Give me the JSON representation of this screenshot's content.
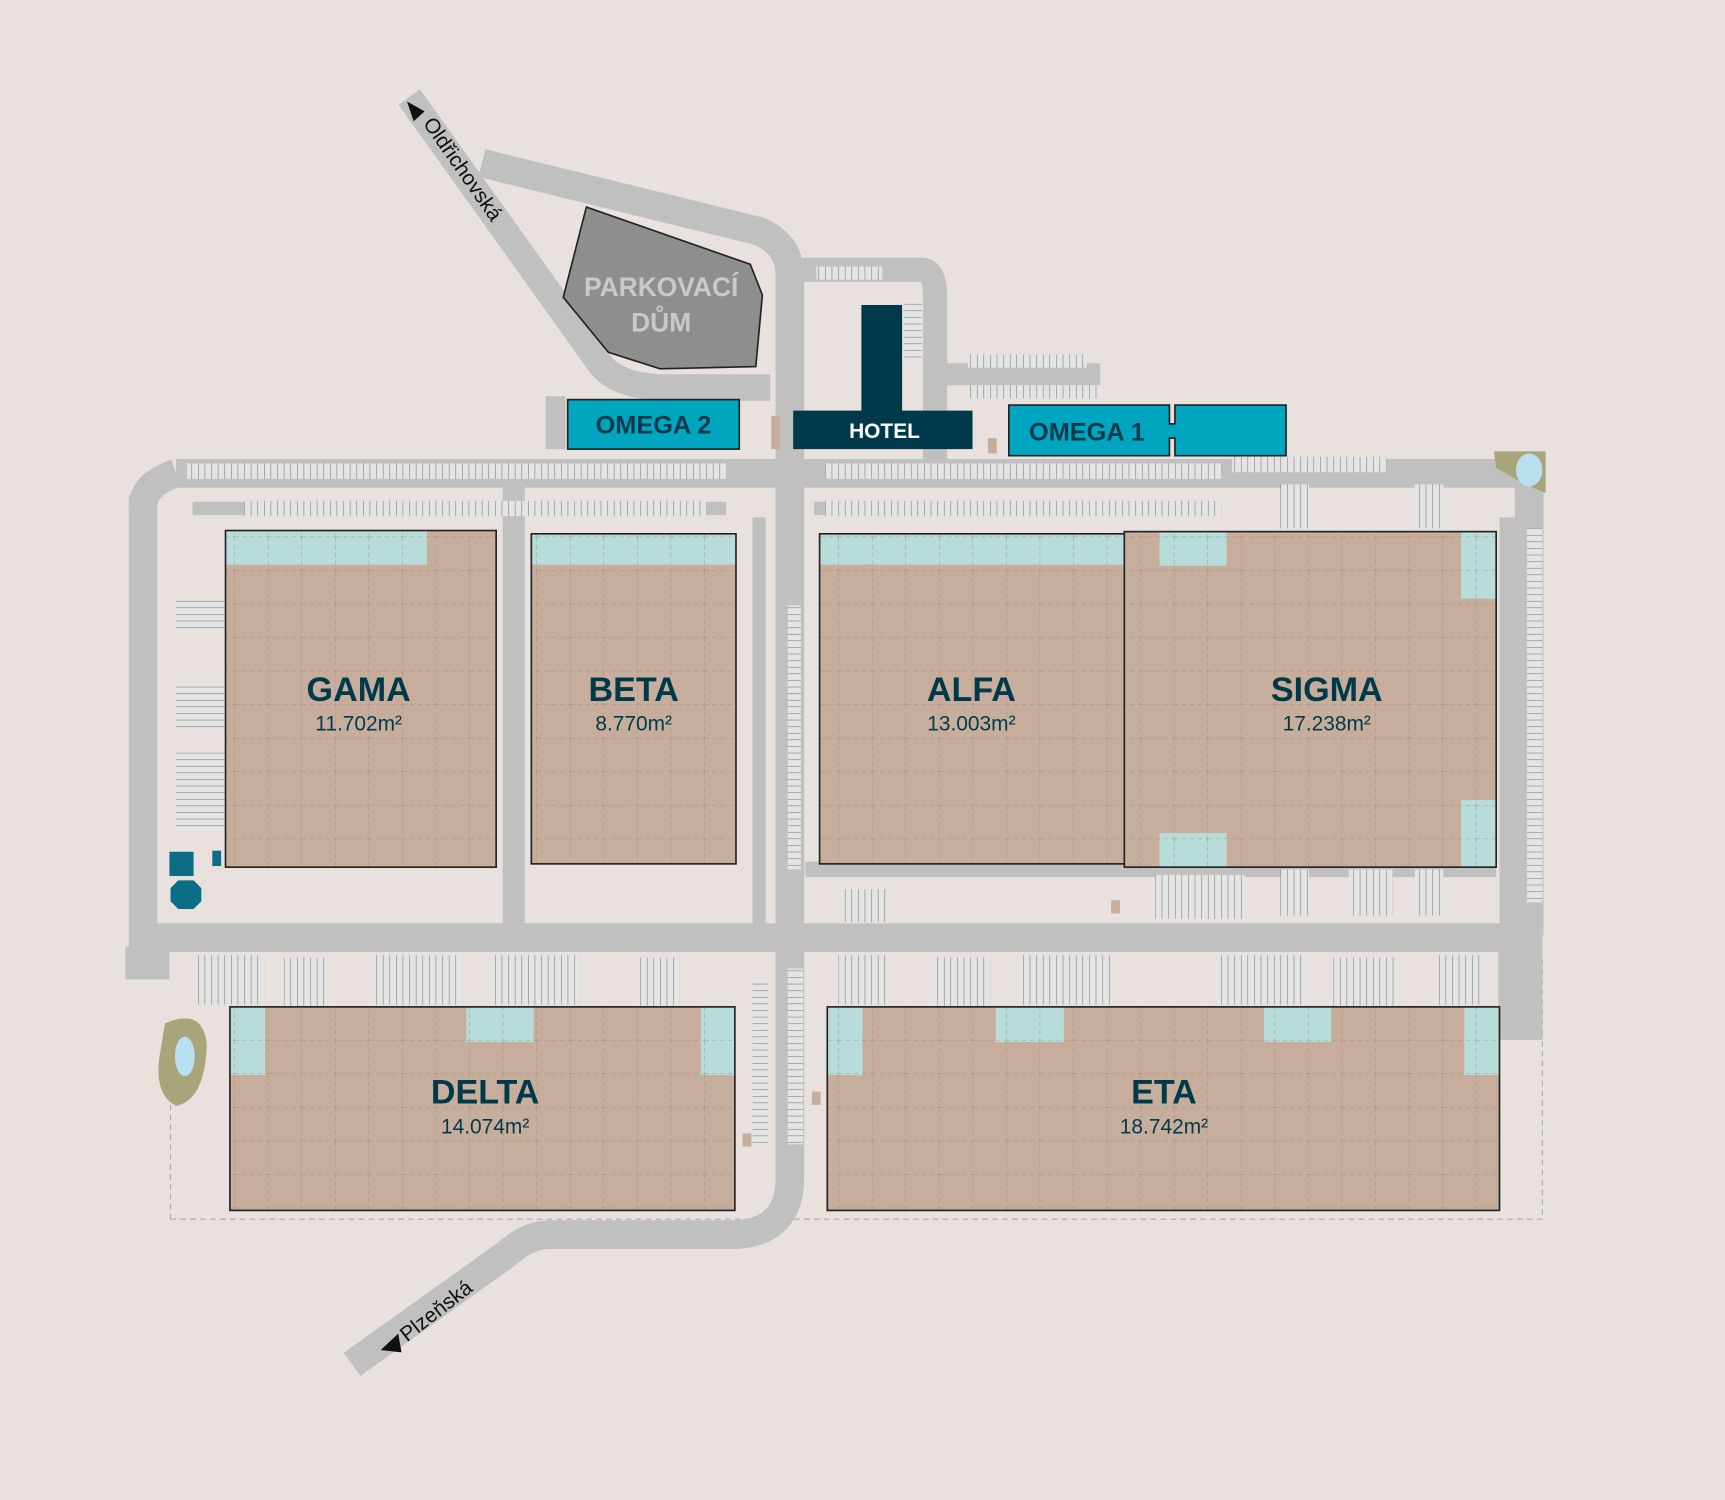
{
  "colors": {
    "background": "#e8e1de",
    "road": "#c0c0c0",
    "warehouse": "#c7ad9c",
    "office_band": "#b7dcda",
    "hotel": "#003a4a",
    "omega": "#00a5bf",
    "parking_house": "#8e8e8e",
    "label": "#003a4a"
  },
  "streets": {
    "north": "Oldřichovská",
    "south": "Plzeňská"
  },
  "parking_house": {
    "line1": "PARKOVACÍ",
    "line2": "DŮM"
  },
  "hotel": {
    "label": "HOTEL"
  },
  "omega2": {
    "label": "OMEGA 2"
  },
  "omega1": {
    "label": "OMEGA 1"
  },
  "halls": {
    "gama": {
      "name": "GAMA",
      "area": "11.702m²"
    },
    "beta": {
      "name": "BETA",
      "area": "8.770m²"
    },
    "alfa": {
      "name": "ALFA",
      "area": "13.003m²"
    },
    "sigma": {
      "name": "SIGMA",
      "area": "17.238m²"
    },
    "delta": {
      "name": "DELTA",
      "area": "14.074m²"
    },
    "eta": {
      "name": "ETA",
      "area": "18.742m²"
    }
  }
}
